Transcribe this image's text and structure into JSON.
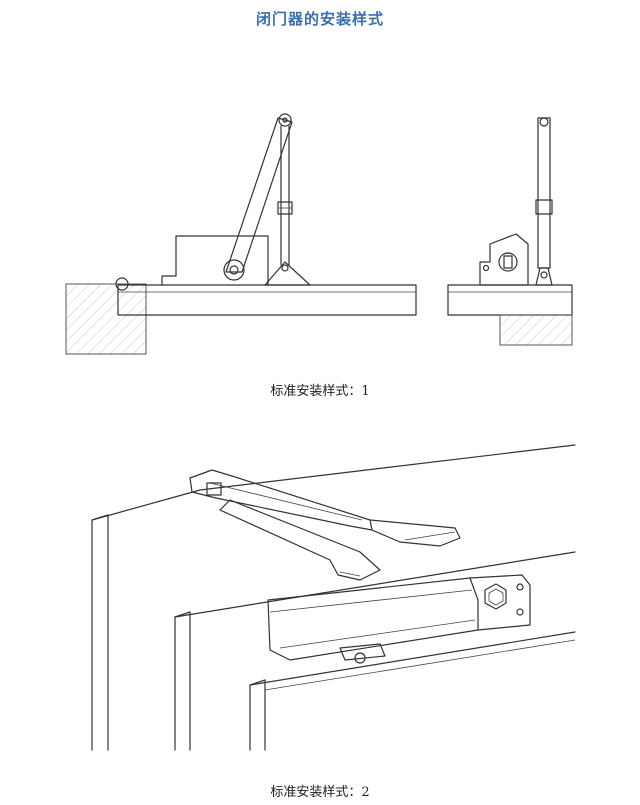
{
  "page": {
    "title": "闭门器的安装样式"
  },
  "figures": [
    {
      "caption": "标准安装样式：1"
    },
    {
      "caption": "标准安装样式：2"
    }
  ]
}
